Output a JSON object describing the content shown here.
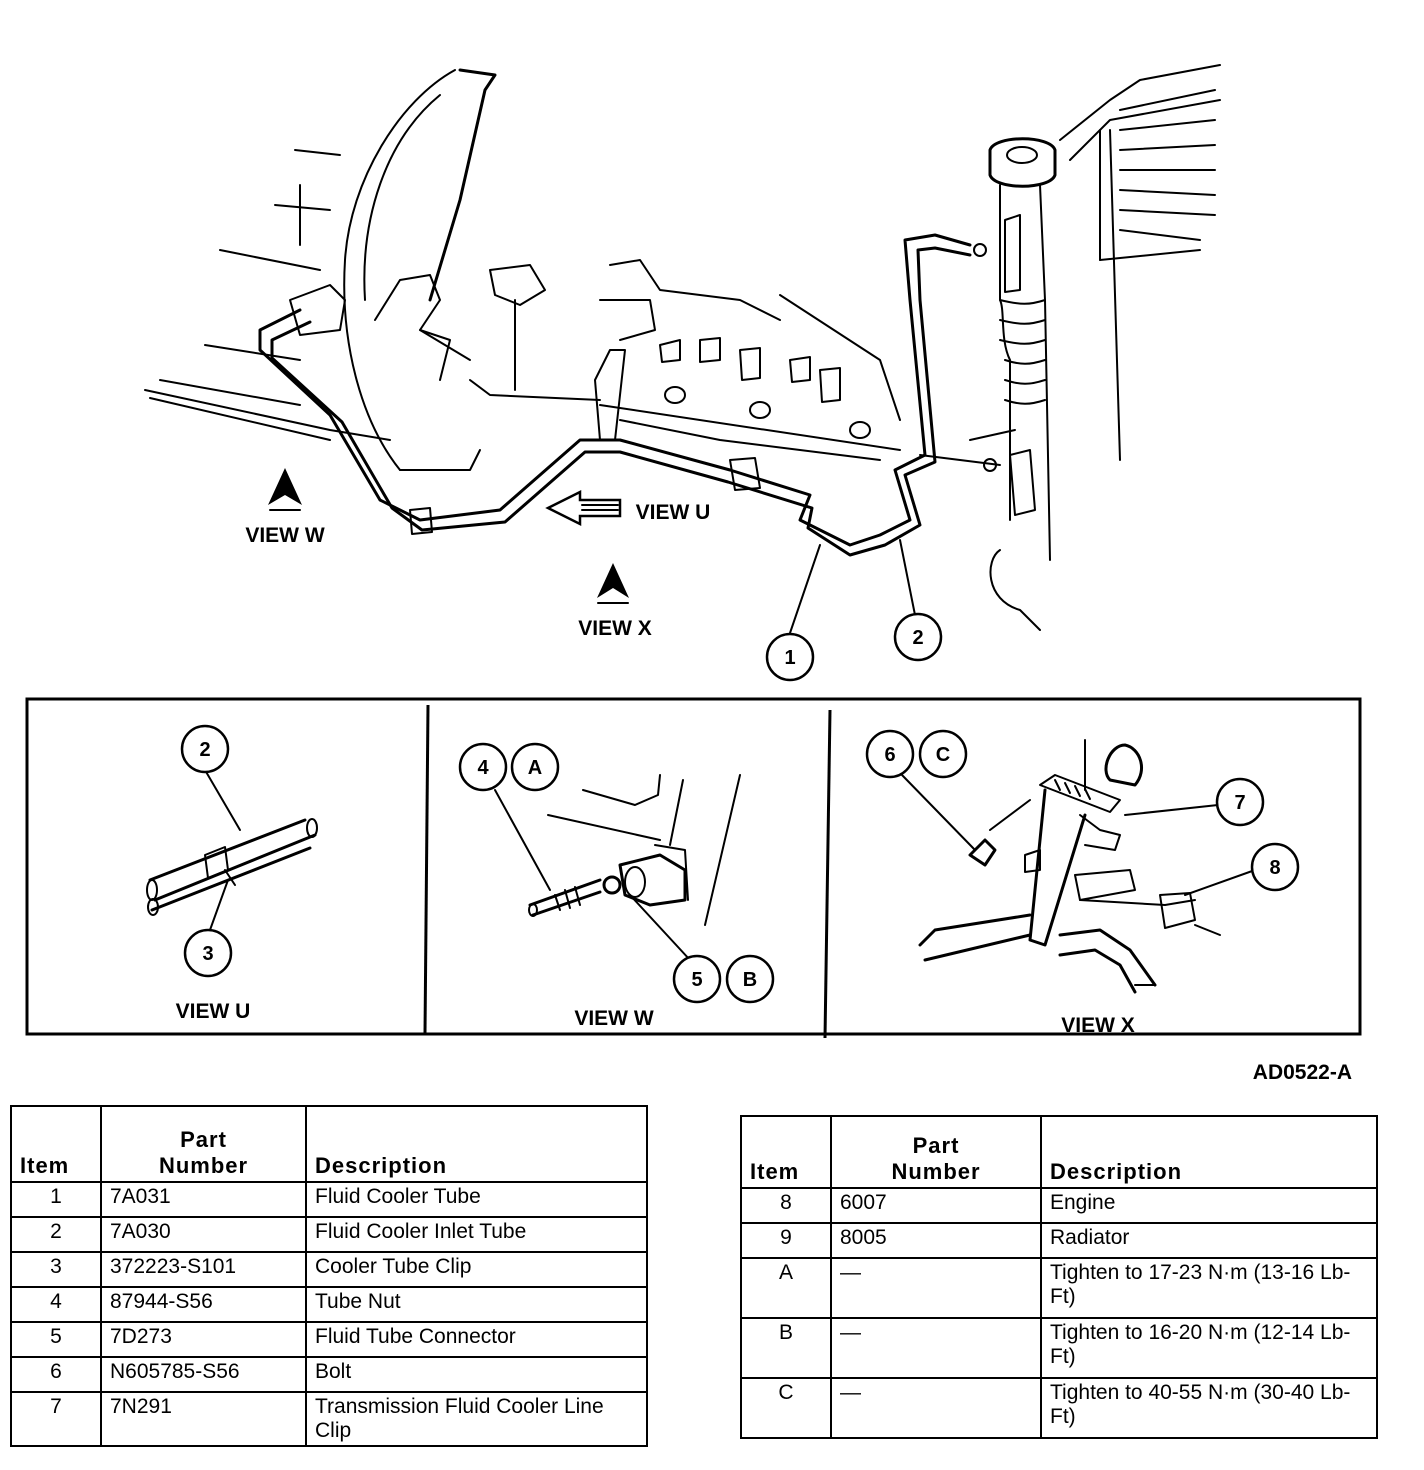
{
  "figure": {
    "view_labels": {
      "w": "VIEW W",
      "u": "VIEW U",
      "x": "VIEW X"
    },
    "callouts": [
      "1",
      "2",
      "3",
      "4",
      "5",
      "6",
      "7",
      "8",
      "A",
      "B",
      "C"
    ],
    "drawing_id": "AD0522-A"
  },
  "table1": {
    "headers": {
      "item": "Item",
      "part_line1": "Part",
      "part_line2": "Number",
      "description": "Description"
    },
    "rows": [
      {
        "item": "1",
        "part": "7A031",
        "desc": "Fluid Cooler Tube"
      },
      {
        "item": "2",
        "part": "7A030",
        "desc": "Fluid Cooler Inlet Tube"
      },
      {
        "item": "3",
        "part": "372223-S101",
        "desc": "Cooler Tube Clip"
      },
      {
        "item": "4",
        "part": "87944-S56",
        "desc": "Tube Nut"
      },
      {
        "item": "5",
        "part": "7D273",
        "desc": "Fluid Tube Connector"
      },
      {
        "item": "6",
        "part": "N605785-S56",
        "desc": "Bolt"
      },
      {
        "item": "7",
        "part": "7N291",
        "desc": "Transmission Fluid Cooler Line Clip"
      }
    ]
  },
  "table2": {
    "headers": {
      "item": "Item",
      "part_line1": "Part",
      "part_line2": "Number",
      "description": "Description"
    },
    "rows": [
      {
        "item": "8",
        "part": "6007",
        "desc": "Engine"
      },
      {
        "item": "9",
        "part": "8005",
        "desc": "Radiator"
      },
      {
        "item": "A",
        "part": "—",
        "desc": "Tighten to 17-23 N·m (13-16 Lb-Ft)"
      },
      {
        "item": "B",
        "part": "—",
        "desc": "Tighten to 16-20 N·m (12-14 Lb-Ft)"
      },
      {
        "item": "C",
        "part": "—",
        "desc": "Tighten to 40-55 N·m (30-40 Lb-Ft)"
      }
    ]
  }
}
